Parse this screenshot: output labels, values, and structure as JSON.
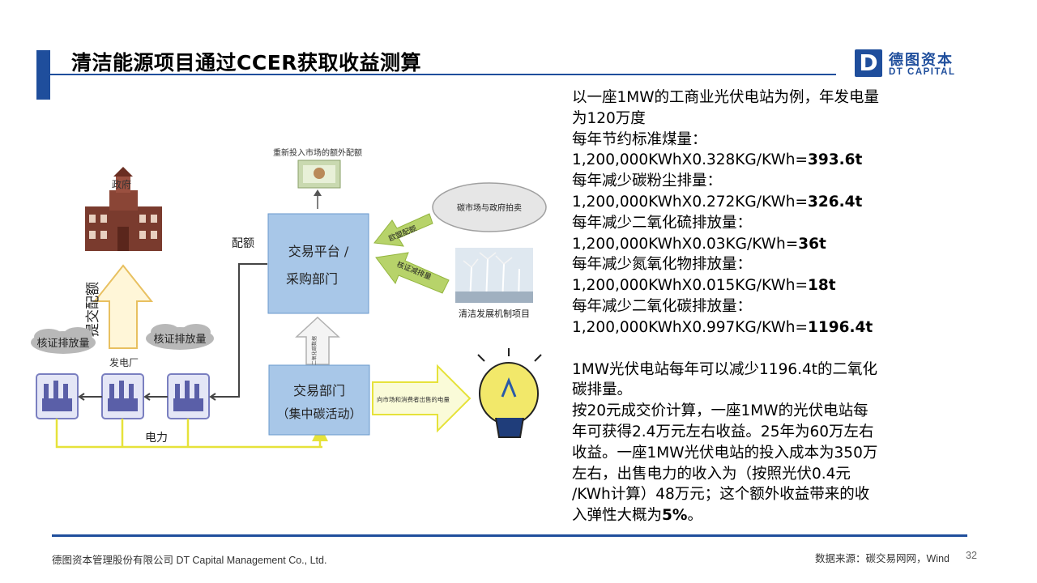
{
  "title": "清洁能源项目通过CCER获取收益测算",
  "logo": {
    "mark": "D",
    "name_cn": "德图资本",
    "name_en": "DT CAPITAL"
  },
  "diagram": {
    "realloc_label": "重新投入市场的额外配额",
    "government": "政府",
    "submit_quota": "提交配额",
    "verify_left": "核证排放量",
    "verify_right": "核证排放量",
    "power_plant": "发电厂",
    "electricity": "电力",
    "quota": "配额",
    "platform_line1": "交易平台 /",
    "platform_line2": "采购部门",
    "carbon_market": "碳市场与政府拍卖",
    "eu_quota": "欧盟配额",
    "certified_reduction": "核证减排量",
    "clean_project": "清洁发展机制项目",
    "co2_data": "二氧化碳数据",
    "trade_line1": "交易部门",
    "trade_line2": "（集中碳活动）",
    "sell_electricity": "向市场和消费者出售的电量"
  },
  "right_text": {
    "line1": "以一座1MW的工商业光伏电站为例，年发电量",
    "line2": "为120万度",
    "coal_label": "每年节约标准煤量：",
    "coal_formula": "1,200,000KWhX0.328KG/KWh=",
    "coal_value": "393.6t",
    "dust_label": "每年减少碳粉尘排量：",
    "dust_formula": "1,200,000KWhX0.272KG/KWh=",
    "dust_value": "326.4t",
    "so2_label": "每年减少二氧化硫排放量：",
    "so2_formula": "1,200,000KWhX0.03KG/KWh=",
    "so2_value": "36t",
    "nox_label": "每年减少氮氧化物排放量：",
    "nox_formula": "1,200,000KWhX0.015KG/KWh=",
    "nox_value": "18t",
    "co2_label": "每年减少二氧化碳排放量：",
    "co2_formula": "1,200,000KWhX0.997KG/KWh=",
    "co2_value": "1196.4t",
    "p2_line1": "1MW光伏电站每年可以减少1196.4t的二氧化",
    "p2_line2": "碳排量。",
    "p3_line1": "按20元成交价计算，一座1MW的光伏电站每",
    "p3_line2": "年可获得2.4万元左右收益。25年为60万左右",
    "p3_line3": "收益。一座1MW光伏电站的投入成本为350万",
    "p3_line4": "左右，出售电力的收入为（按照光伏0.4元",
    "p3_line5": "/KWh计算）48万元；这个额外收益带来的收",
    "p3_line6_pre": "入弹性大概为",
    "p3_line6_bold": "5%",
    "p3_line6_post": "。"
  },
  "footer": {
    "company": "德图资本管理股份有限公司  DT Capital  Management  Co., Ltd.",
    "source": "数据来源：碳交易网网，Wind",
    "page": "32"
  }
}
